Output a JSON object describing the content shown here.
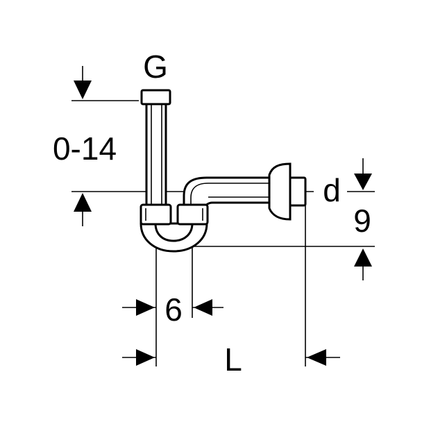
{
  "labels": {
    "g": "G",
    "height_range": "0-14",
    "d": "d",
    "nine": "9",
    "six": "6",
    "l": "L"
  },
  "colors": {
    "line": "#000000",
    "background": "#ffffff"
  }
}
